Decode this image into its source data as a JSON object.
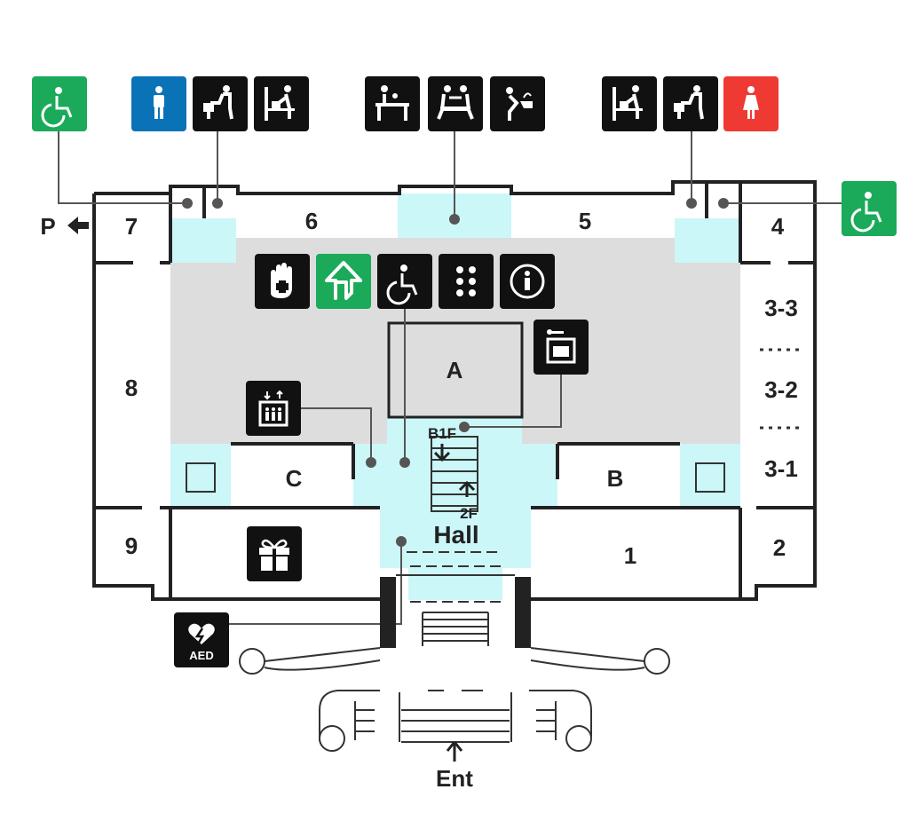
{
  "rooms": {
    "r1": "1",
    "r2": "2",
    "r3_1": "3-1",
    "r3_2": "3-2",
    "r3_3": "3-3",
    "r4": "4",
    "r5": "5",
    "r6": "6",
    "r7": "7",
    "r8": "8",
    "r9": "9",
    "ra": "A",
    "rb": "B",
    "rc": "C",
    "hall": "Hall"
  },
  "stairs": {
    "down": "B1F",
    "up": "2F"
  },
  "parking": {
    "label": "P",
    "icon": "arrow-left-icon"
  },
  "entrance": {
    "label": "Ent",
    "icon": "arrow-up-icon"
  },
  "aed": {
    "label": "AED",
    "icon": "aed-heart-icon"
  },
  "colors": {
    "accessible": "#1aaa5a",
    "mens": "#0a73b8",
    "womens": "#ef3a33",
    "pictogram": "#111111",
    "highlight": "#ccf7f8",
    "floor_shade": "#dddddd"
  },
  "icons": [
    "accessible-restroom-icon",
    "mens-restroom-icon",
    "baby-changing-icon",
    "baby-care-room-icon",
    "nursing-icon",
    "rest-area-icon",
    "drinking-fountain-icon",
    "womens-restroom-icon",
    "accessible-restroom-icon",
    "help-mark-icon",
    "emergency-exit-icon",
    "wheelchair-icon",
    "braille-icon",
    "information-icon",
    "coin-locker-icon",
    "elevator-icon",
    "gift-shop-icon"
  ]
}
